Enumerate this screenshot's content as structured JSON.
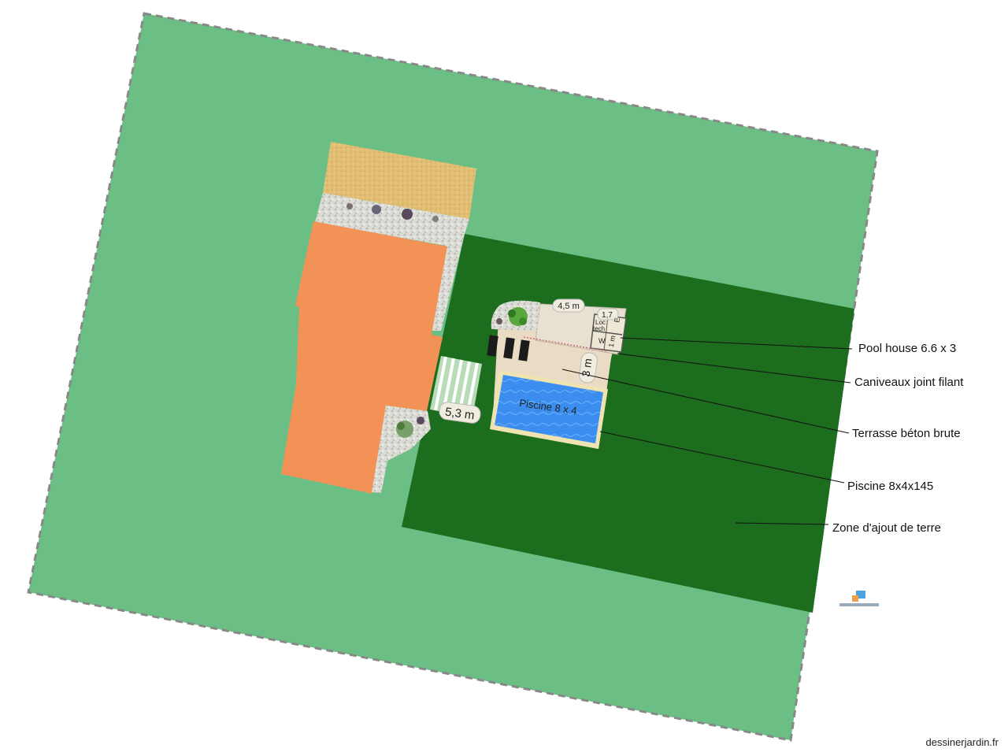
{
  "colors": {
    "lawn": "#6cbf84",
    "fill_zone": "#1c6e1e",
    "house": "#f39257",
    "sand": "#e0bb72",
    "gravel": "#d9d9d3",
    "terrace": "#eadbc4",
    "pool_water": "#3a8ff0",
    "pool_border": "#efe3b2",
    "boundary": "#888888"
  },
  "dimensions": {
    "pool_house_length": "4,5 m",
    "pool_house_small_a": "1,7",
    "pool_house_small_b": "1 m",
    "terrace_width": "3 m",
    "terrace_length": "5,3 m"
  },
  "pool_label": "Piscine 8 x 4",
  "room_labels": {
    "local": "Loc",
    "tech": "tech",
    "wc": "W",
    "edge": "E"
  },
  "callouts": [
    {
      "id": "pool-house",
      "text": "Pool house 6.6 x 3"
    },
    {
      "id": "gutters",
      "text": "Caniveaux joint filant"
    },
    {
      "id": "terrace",
      "text": "Terrasse béton brute"
    },
    {
      "id": "pool",
      "text": "Piscine 8x4x145"
    },
    {
      "id": "fill-zone",
      "text": "Zone d'ajout de terre"
    }
  ],
  "watermark": "dessinerjardin.fr"
}
